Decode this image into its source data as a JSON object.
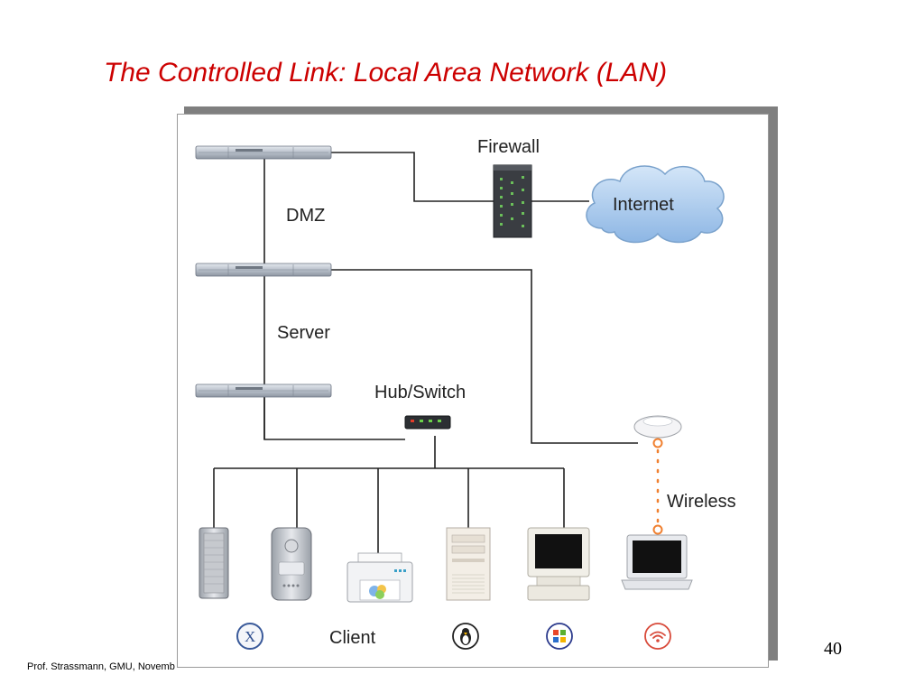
{
  "slide": {
    "title": "The Controlled Link: Local Area Network (LAN)",
    "page_number": "40",
    "footer": "Prof. Strassmann, GMU, Novemb"
  },
  "diagram": {
    "labels": {
      "firewall": "Firewall",
      "internet": "Internet",
      "dmz": "DMZ",
      "server": "Server",
      "hub_switch": "Hub/Switch",
      "wireless": "Wireless",
      "client": "Client"
    },
    "colors": {
      "line": "#222222",
      "cloud": "#a8c8ec",
      "wireless_link": "#f08030",
      "title": "#cc0000"
    },
    "icons": [
      "server-rack-icon",
      "firewall-icon",
      "cloud-icon",
      "hub-switch-icon",
      "wireless-access-point-icon",
      "tower-computer-icon",
      "workstation-icon",
      "printer-icon",
      "desktop-computer-icon",
      "crt-monitor-icon",
      "laptop-icon",
      "mac-os-x-icon",
      "linux-penguin-icon",
      "windows-logo-icon",
      "wireless-signal-icon"
    ]
  }
}
